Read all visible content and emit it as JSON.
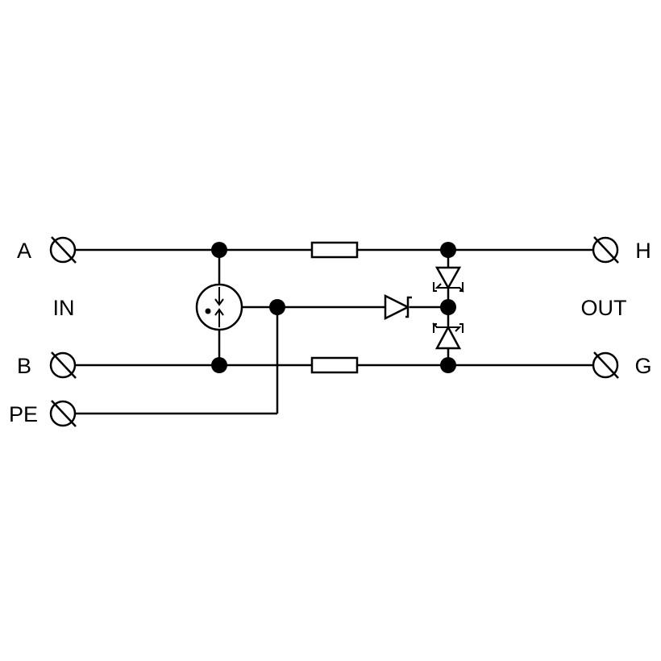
{
  "labels": {
    "terminal_a": "A",
    "terminal_b": "B",
    "terminal_pe": "PE",
    "terminal_h": "H",
    "terminal_g": "G",
    "input_side": "IN",
    "output_side": "OUT"
  },
  "colors": {
    "line": "#000000",
    "background": "#ffffff"
  }
}
